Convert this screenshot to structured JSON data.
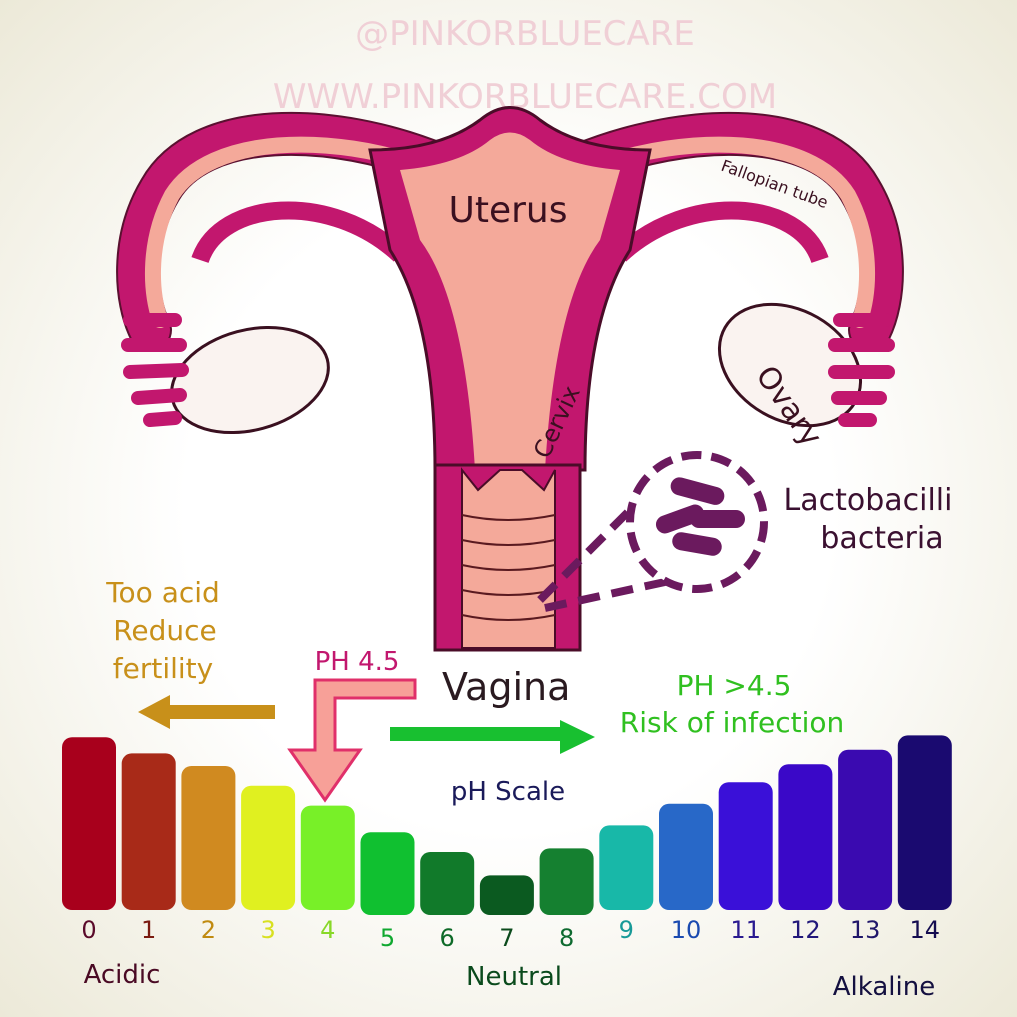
{
  "watermark": {
    "handle": "@PINKORBLUECARE",
    "url": "WWW.PINKORBLUECARE.COM"
  },
  "labels": {
    "uterus": "Uterus",
    "fallopian_tube": "Fallopian tube",
    "ovary": "Ovary",
    "cervix": "Cervix",
    "vagina": "Vagina",
    "bacteria_line1": "Lactobacilli",
    "bacteria_line2": "bacteria"
  },
  "annotations": {
    "acid_line1": "Too acid",
    "acid_line2": "Reduce",
    "acid_line3": "fertility",
    "ph_normal": "PH 4.5",
    "risk_line1": "PH >4.5",
    "risk_line2": "Risk of infection"
  },
  "scale": {
    "title": "pH Scale",
    "acidic": "Acidic",
    "neutral": "Neutral",
    "alkaline": "Alkaline",
    "levels": [
      {
        "label": "0",
        "color": "#a8001c",
        "label_color": "#5a0a2a",
        "height": 0.96
      },
      {
        "label": "1",
        "color": "#a82a18",
        "label_color": "#7a1a10",
        "height": 0.87
      },
      {
        "label": "2",
        "color": "#d08a20",
        "label_color": "#c08a10",
        "height": 0.8
      },
      {
        "label": "3",
        "color": "#e0f020",
        "label_color": "#d8e020",
        "height": 0.69
      },
      {
        "label": "4",
        "color": "#78f028",
        "label_color": "#88d828",
        "height": 0.58
      },
      {
        "label": "5",
        "color": "#10c030",
        "label_color": "#10a830",
        "height": 0.46
      },
      {
        "label": "6",
        "color": "#117a2a",
        "label_color": "#0e6a28",
        "height": 0.35
      },
      {
        "label": "7",
        "color": "#0b5a20",
        "label_color": "#0b4a1c",
        "height": 0.22
      },
      {
        "label": "8",
        "color": "#158030",
        "label_color": "#0e6a30",
        "height": 0.37
      },
      {
        "label": "9",
        "color": "#18b8a8",
        "label_color": "#189a98",
        "height": 0.47
      },
      {
        "label": "10",
        "color": "#2868c8",
        "label_color": "#1a4ab0",
        "height": 0.59
      },
      {
        "label": "11",
        "color": "#3a10d8",
        "label_color": "#2a1a90",
        "height": 0.71
      },
      {
        "label": "12",
        "color": "#3a08c8",
        "label_color": "#22187a",
        "height": 0.81
      },
      {
        "label": "13",
        "color": "#3a0ab0",
        "label_color": "#20166a",
        "height": 0.89
      },
      {
        "label": "14",
        "color": "#1a0a70",
        "label_color": "#140c50",
        "height": 0.97
      }
    ]
  }
}
